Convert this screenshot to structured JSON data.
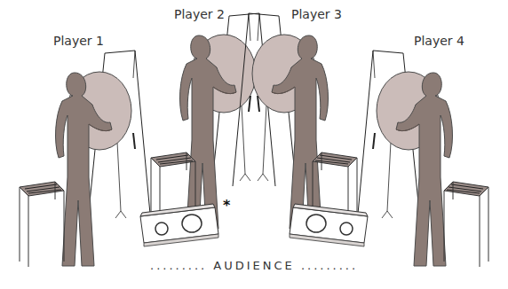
{
  "diagram": {
    "labels": [
      "Player 1",
      "Player 2",
      "Player 3",
      "Player 4",
      "*",
      "......... AUDIENCE ........."
    ]
  }
}
